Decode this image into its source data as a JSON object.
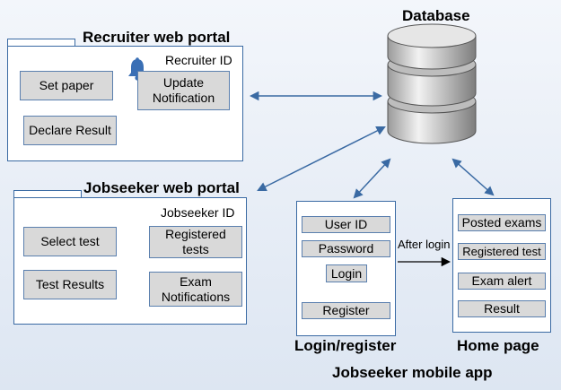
{
  "database": {
    "title": "Database",
    "arrow_color": "#3a6aa3"
  },
  "recruiter": {
    "title": "Recruiter web portal",
    "id_label": "Recruiter ID",
    "set_paper": "Set paper",
    "update_notification": "Update\nNotification",
    "declare_result": "Declare Result",
    "bell_icon": "bell-icon"
  },
  "jobseeker_web": {
    "title": "Jobseeker web portal",
    "id_label": "Jobseeker ID",
    "select_test": "Select test",
    "registered_tests": "Registered\ntests",
    "test_results": "Test Results",
    "exam_notifications": "Exam\nNotifications"
  },
  "login": {
    "title": "Login/register",
    "user_id": "User ID",
    "password": "Password",
    "login": "Login",
    "register": "Register"
  },
  "flow": {
    "after_login": "After login"
  },
  "home": {
    "title": "Home page",
    "posted_exams": "Posted exams",
    "registered_test": "Registered test",
    "exam_alert": "Exam alert",
    "result": "Result"
  },
  "mobile_app": {
    "title": "Jobseeker mobile app"
  }
}
